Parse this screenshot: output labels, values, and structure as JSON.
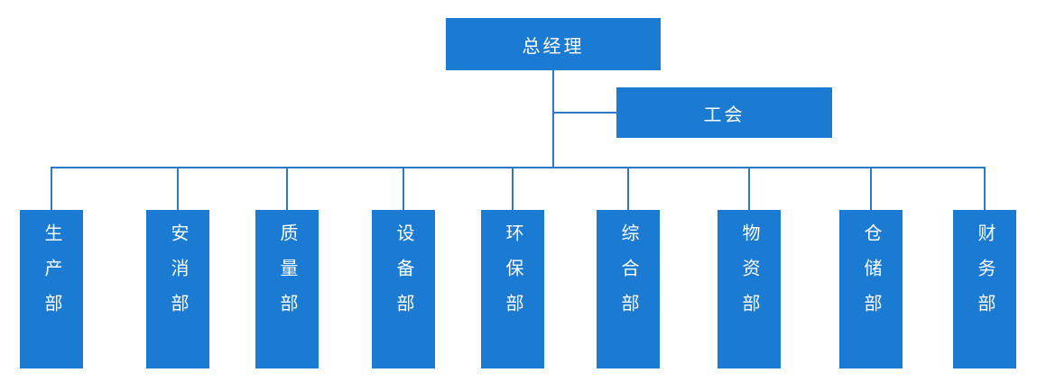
{
  "colors": {
    "background": "#ffffff",
    "box_fill": "#1b7ad2",
    "line": "#2e79c6",
    "text": "#ffffff"
  },
  "org_chart": {
    "root": {
      "label": "总经理"
    },
    "side": {
      "label": "工会"
    },
    "departments": [
      {
        "label": "生产部"
      },
      {
        "label": "安消部"
      },
      {
        "label": "质量部"
      },
      {
        "label": "设备部"
      },
      {
        "label": "环保部"
      },
      {
        "label": "综合部"
      },
      {
        "label": "物资部"
      },
      {
        "label": "仓储部"
      },
      {
        "label": "财务部"
      }
    ]
  }
}
